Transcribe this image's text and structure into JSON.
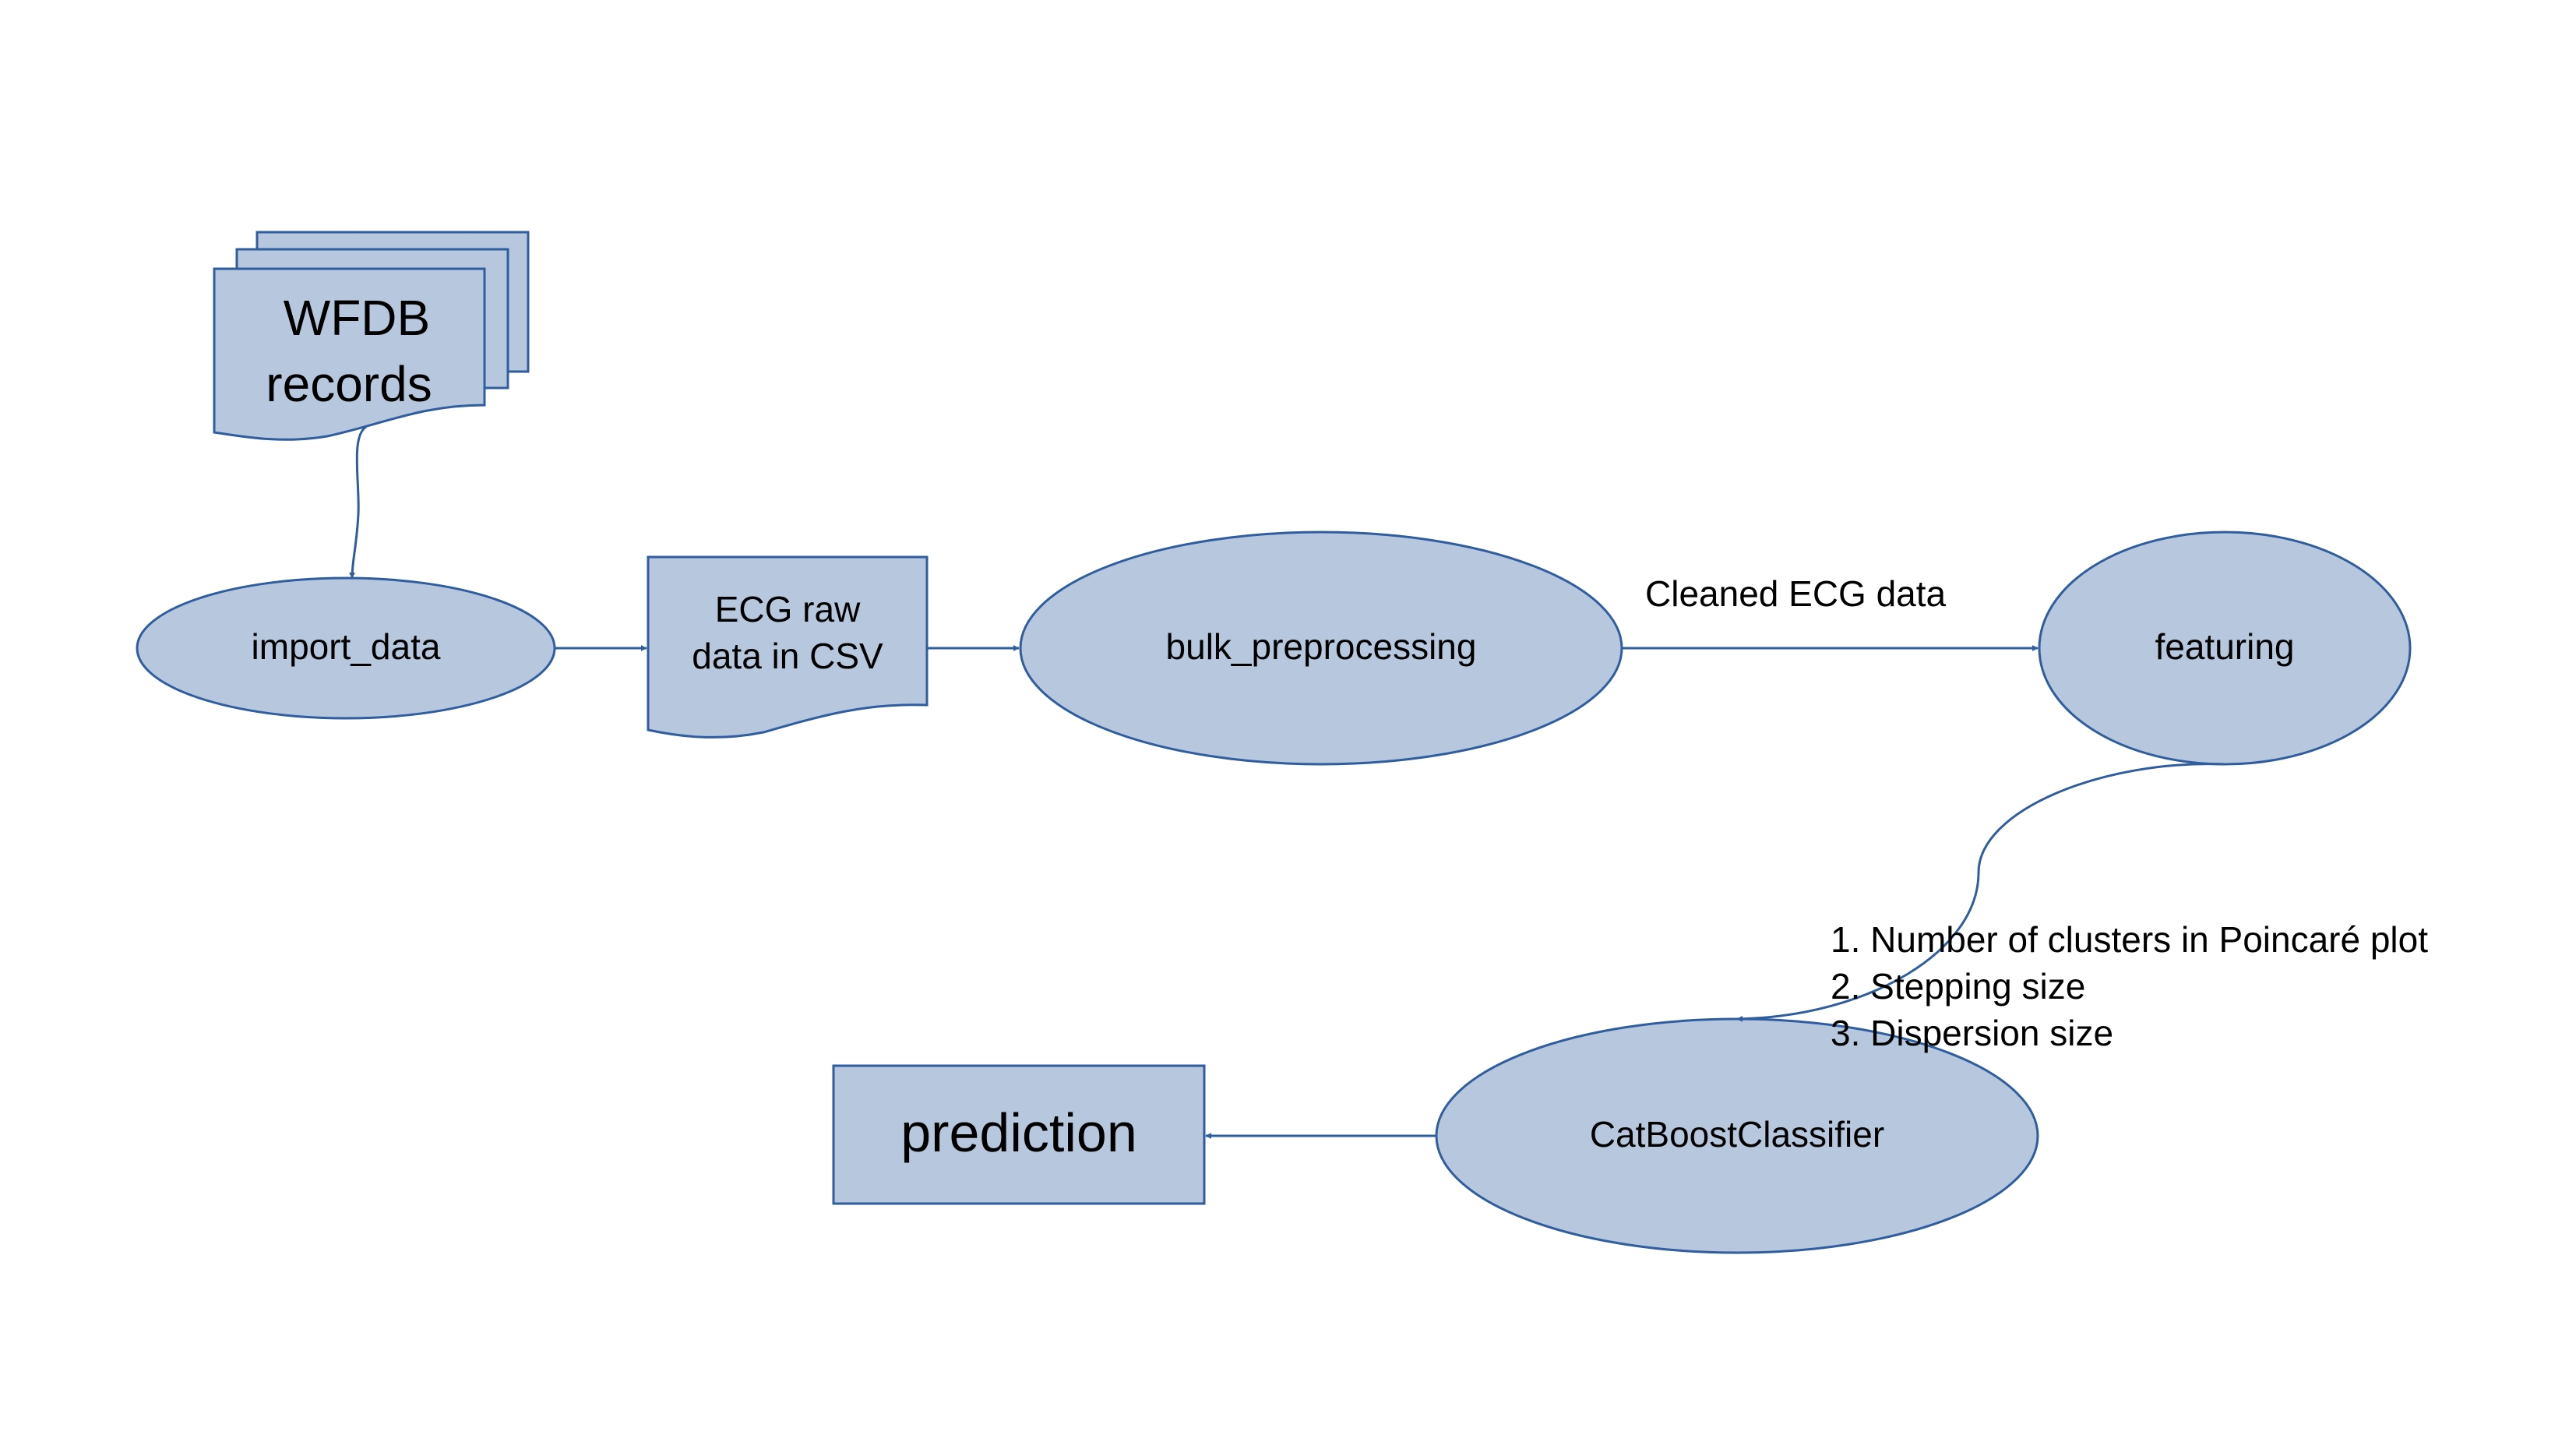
{
  "colors": {
    "fill": "#b7c7dd",
    "stroke": "#2f5d9e",
    "arrow": "#2f5d9e",
    "text": "#000000"
  },
  "nodes": {
    "wfdb": {
      "line1": "WFDB",
      "line2": "records"
    },
    "import_data": {
      "label": "import_data"
    },
    "ecg_raw": {
      "line1": "ECG raw",
      "line2": "data in CSV"
    },
    "bulk": {
      "label": "bulk_preprocessing"
    },
    "featuring": {
      "label": "featuring"
    },
    "catboost": {
      "label": "CatBoostClassifier"
    },
    "prediction": {
      "label": "prediction"
    }
  },
  "edges": {
    "bulk_to_featuring": {
      "label": "Cleaned ECG data"
    },
    "featuring_to_catboost": {
      "items": [
        "1. Number of clusters in Poincaré plot",
        "2. Stepping size",
        "3. Dispersion size"
      ]
    }
  }
}
